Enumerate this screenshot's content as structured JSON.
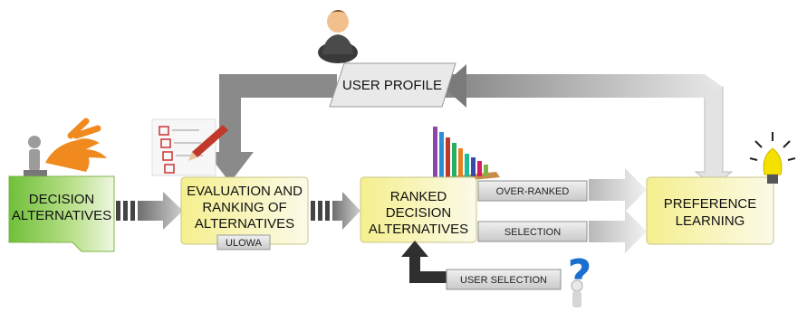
{
  "nodes": {
    "decision_alternatives": {
      "line1": "DECISION",
      "line2": "ALTERNATIVES"
    },
    "evaluation": {
      "line1": "EVALUATION AND",
      "line2": "RANKING OF",
      "line3": "ALTERNATIVES",
      "tag": "ULOWA"
    },
    "ranked": {
      "line1": "RANKED",
      "line2": "DECISION",
      "line3": "ALTERNATIVES"
    },
    "preference": {
      "line1": "PREFERENCE",
      "line2": "LEARNING"
    },
    "user_profile": {
      "label": "USER PROFILE"
    }
  },
  "labels": {
    "over_ranked": "OVER-RANKED",
    "selection": "SELECTION",
    "user_selection": "USER SELECTION"
  },
  "icons": {
    "user": "user-avatar-icon",
    "lightbulb": "lightbulb-icon",
    "question": "question-mark-icon",
    "checklist": "checklist-icon",
    "bar_chart": "bar-chart-icon",
    "thinker": "thinker-figure-icon"
  },
  "colors": {
    "box_green": "#8fcf4a",
    "box_yellow": "#f7f3b0",
    "arrow_gray": "#8c8c8c",
    "arrow_light": "#e6e6e6",
    "tag_gray": "#d9d9d9"
  }
}
